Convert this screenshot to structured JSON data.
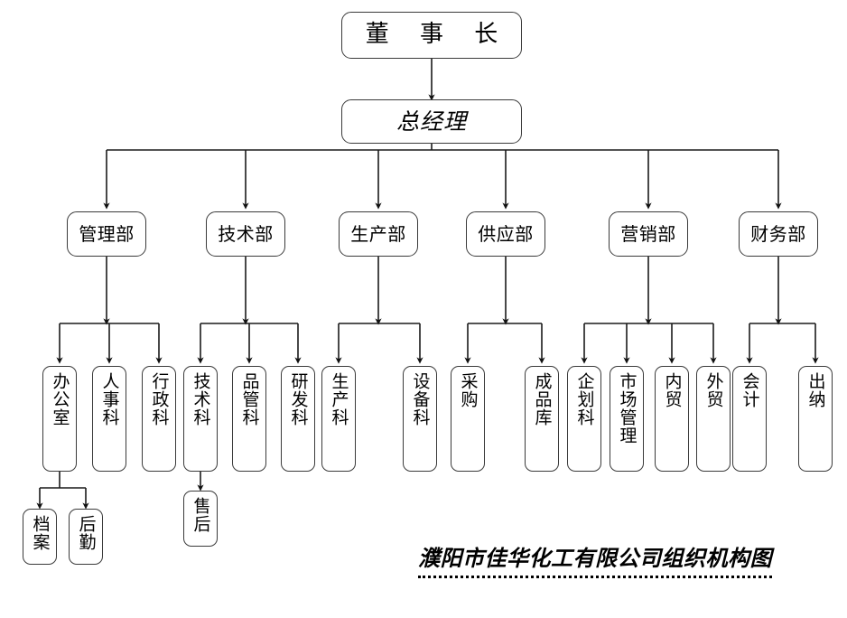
{
  "diagram": {
    "caption": "濮阳市佳华化工有限公司组织机构图",
    "line_color": "#3a3a3a",
    "box_fill": "#ffffff",
    "text_color": "#000000"
  },
  "nodes": {
    "chairman": {
      "label": "董 事 长"
    },
    "general_manager": {
      "label": "总经理"
    },
    "dept_management": {
      "label": "管理部"
    },
    "dept_technology": {
      "label": "技术部"
    },
    "dept_production": {
      "label": "生产部"
    },
    "dept_supply": {
      "label": "供应部"
    },
    "dept_marketing": {
      "label": "营销部"
    },
    "dept_finance": {
      "label": "财务部"
    },
    "sec_office": {
      "label": "办公室"
    },
    "sec_hr": {
      "label": "人事科"
    },
    "sec_admin": {
      "label": "行政科"
    },
    "sec_technical": {
      "label": "技术科"
    },
    "sec_quality": {
      "label": "品管科"
    },
    "sec_rd": {
      "label": "研发科"
    },
    "sec_production": {
      "label": "生产科"
    },
    "sec_equipment": {
      "label": "设备科"
    },
    "sec_purchasing": {
      "label": "采购"
    },
    "sec_warehouse": {
      "label": "成品库"
    },
    "sec_planning": {
      "label": "企划科"
    },
    "sec_market_mgmt": {
      "label": "市场管理"
    },
    "sec_domestic_trade": {
      "label": "内贸"
    },
    "sec_foreign_trade": {
      "label": "外贸"
    },
    "sec_accounting": {
      "label": "会计"
    },
    "sec_cashier": {
      "label": "出纳"
    },
    "sub_archives": {
      "label": "档案"
    },
    "sub_logistics": {
      "label": "后勤"
    },
    "sub_aftersales": {
      "label": "售后"
    }
  }
}
